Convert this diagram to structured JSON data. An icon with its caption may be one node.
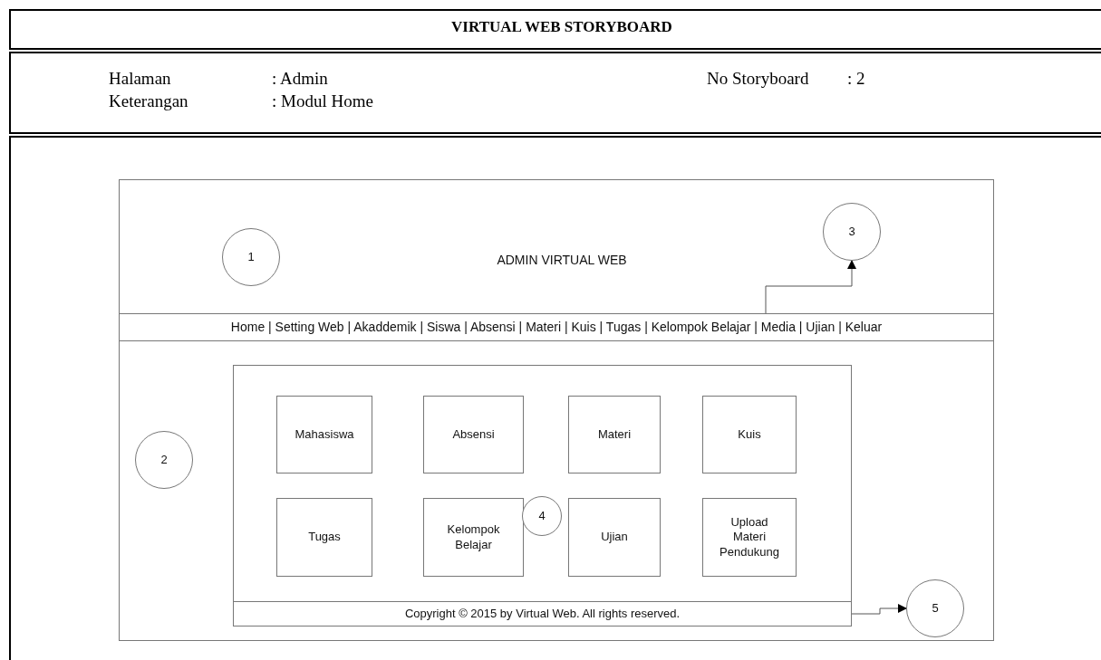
{
  "diagram": {
    "title": "VIRTUAL WEB STORYBOARD",
    "nodes": [
      {
        "text": [],
        "shape": "box"
      },
      {
        "text": [
          "ADMIN VIRTUAL WEB"
        ],
        "in": 0
      },
      {
        "text": [
          "Home | Setting Web | Akaddemik | Siswa | Absensi | Materi | Kuis | Tugas | Kelompok Belajar | Media | Ujian | Keluar"
        ],
        "in": 0
      },
      {
        "text": [
          "1"
        ],
        "in": 0
      },
      {
        "text": [
          "3"
        ],
        "in": 0
      },
      {
        "text": [
          "2"
        ],
        "in": 0
      },
      {
        "text": [],
        "shape": "box",
        "in": 0
      },
      {
        "text": [
          "Mahasiswa"
        ],
        "in": 6
      },
      {
        "text": [
          "Absensi"
        ],
        "in": 6
      },
      {
        "text": [
          "Materi"
        ],
        "in": 6
      },
      {
        "text": [
          "Kuis"
        ],
        "in": 6
      },
      {
        "text": [
          "Tugas"
        ],
        "in": 6
      },
      {
        "text": [
          "Kelompok Belajar"
        ],
        "in": 6
      },
      {
        "text": [
          "Ujian"
        ],
        "in": 6
      },
      {
        "text": [
          "Upload Materi Pendukung"
        ],
        "in": 6
      },
      {
        "text": [
          "4"
        ],
        "in": 6
      },
      {
        "text": [
          "Copyright © 2015 by Virtual Web. All rights reserved."
        ],
        "in": 6
      },
      {
        "text": [
          "5"
        ],
        "in": 0
      }
    ],
    "edges": [
      {
        "from": 2,
        "to": 4,
        "arrow": "to"
      },
      {
        "from": 16,
        "to": 17,
        "arrow": "to"
      }
    ],
    "labels": [
      "Halaman",
      ": Admin",
      "No Storyboard",
      ": 2",
      "Keterangan",
      ": Modul Home"
    ]
  }
}
